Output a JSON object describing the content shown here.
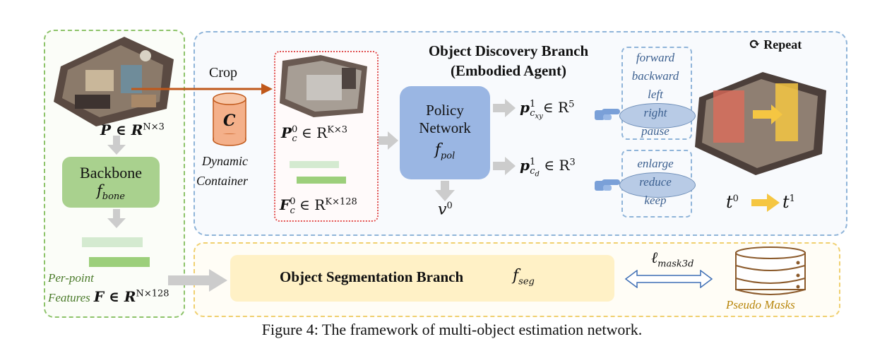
{
  "repeat_label": "Repeat",
  "left": {
    "point_cloud_label": "P ∈ R",
    "point_cloud_sup": "N×3",
    "backbone": "Backbone",
    "backbone_fn": "f",
    "backbone_fn_sub": "bone",
    "features_line1": "Per-point",
    "features_line2": "Features",
    "features_math": "F ∈ R",
    "features_sup": "N×128"
  },
  "discovery": {
    "title_line1": "Object Discovery Branch",
    "title_line2": "(Embodied Agent)",
    "crop_label": "Crop",
    "container_symbol": "C",
    "container_line1": "Dynamic",
    "container_line2": "Container",
    "pc_math": "P",
    "pc_sub": "c",
    "pc_super": "0",
    "pc_rest": "∈ R",
    "pc_sup": "K×3",
    "fc_math": "F",
    "fc_sub": "c",
    "fc_super": "0",
    "fc_rest": "∈ R",
    "fc_sup": "K×128",
    "policy_line1": "Policy",
    "policy_line2": "Network",
    "policy_fn": "f",
    "policy_fn_sub": "pol",
    "value": "v",
    "value_sup": "0",
    "p_xy": "p",
    "p_xy_sub": "c",
    "p_xy_subsub": "xy",
    "p_xy_super": "1",
    "p_xy_rest": "∈ R",
    "p_xy_sup": "5",
    "p_d": "p",
    "p_d_sub": "c",
    "p_d_subsub": "d",
    "p_d_super": "1",
    "p_d_rest": "∈ R",
    "p_d_sup": "3",
    "directions": [
      "forward",
      "backward",
      "left",
      "right",
      "pause"
    ],
    "selected_direction": "right",
    "sizes": [
      "enlarge",
      "reduce",
      "keep"
    ],
    "selected_size": "reduce",
    "t0": "t",
    "t0_sup": "0",
    "t1": "t",
    "t1_sup": "1"
  },
  "segmentation": {
    "title": "Object Segmentation Branch",
    "fn": "f",
    "fn_sub": "seg",
    "loss": "ℓ",
    "loss_sub": "mask3d",
    "pseudo": "Pseudo Masks"
  },
  "caption": "Figure 4: The framework of multi-object estimation network."
}
